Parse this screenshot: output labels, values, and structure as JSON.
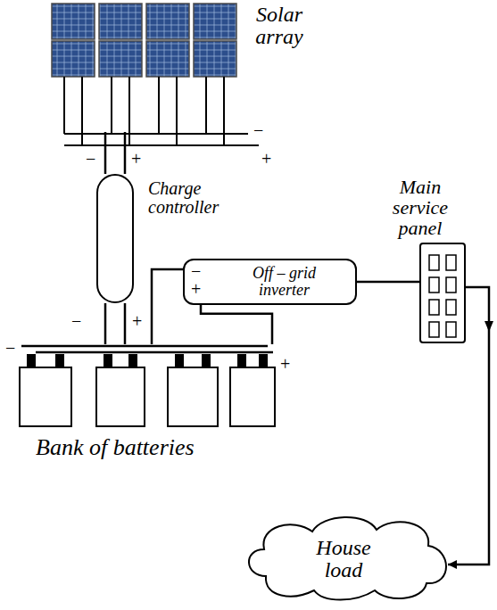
{
  "diagram": {
    "nodes": [
      {
        "text": [
          "Solar array"
        ]
      },
      {
        "text": [
          "Charge controller"
        ]
      },
      {
        "text": [
          "Main service panel"
        ]
      },
      {
        "text": [
          "Off – grid inverter"
        ]
      },
      {
        "text": [
          "Bank of batteries"
        ]
      },
      {
        "text": [
          "House load"
        ]
      }
    ],
    "edges": [
      {
        "from": 0,
        "to": 1,
        "arrow": "none"
      },
      {
        "from": 1,
        "to": 4,
        "arrow": "none"
      },
      {
        "from": 4,
        "to": 3,
        "arrow": "none"
      },
      {
        "from": 3,
        "to": 2,
        "arrow": "none"
      },
      {
        "from": 2,
        "to": 5,
        "arrow": "to"
      }
    ],
    "labels": [
      "−",
      "+",
      "−",
      "+",
      "−",
      "+",
      "−",
      "+",
      "−",
      "+"
    ]
  }
}
